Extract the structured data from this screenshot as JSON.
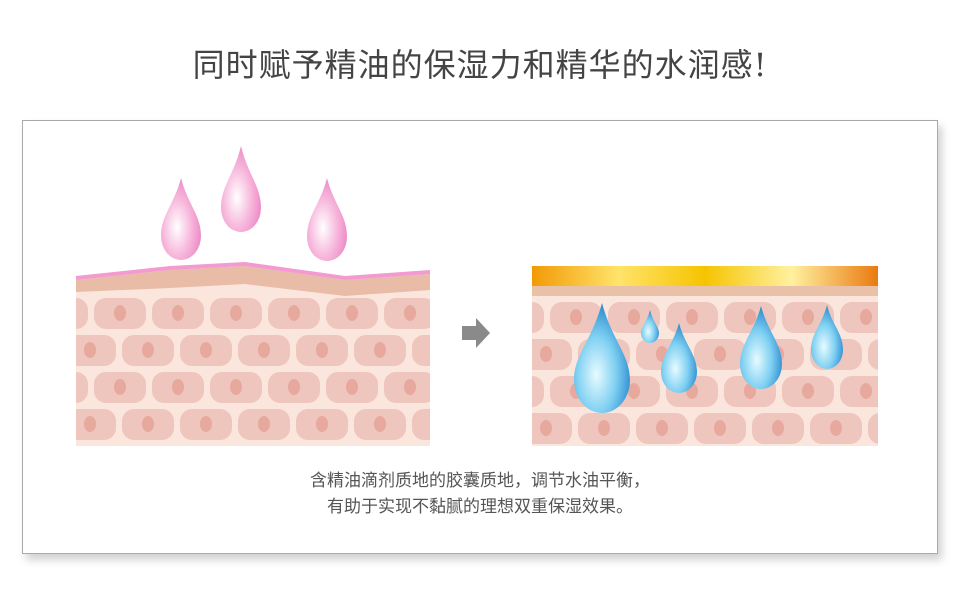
{
  "title": "同时赋予精油的保湿力和精华的水润感!",
  "caption": {
    "line1": "含精油滴剂质地的胶囊质地，调节水油平衡，",
    "line2": "有助于实现不黏腻的理想双重保湿效果。"
  },
  "colors": {
    "pink_drop": "#f4a6d2",
    "blue_drop": "#4fb3e8",
    "skin": "#f9e3da",
    "cell": "#efc6bd",
    "nucleus": "#e7a89e",
    "gold": "#f2b705"
  },
  "icons": {
    "arrow": "arrow-right-icon"
  }
}
